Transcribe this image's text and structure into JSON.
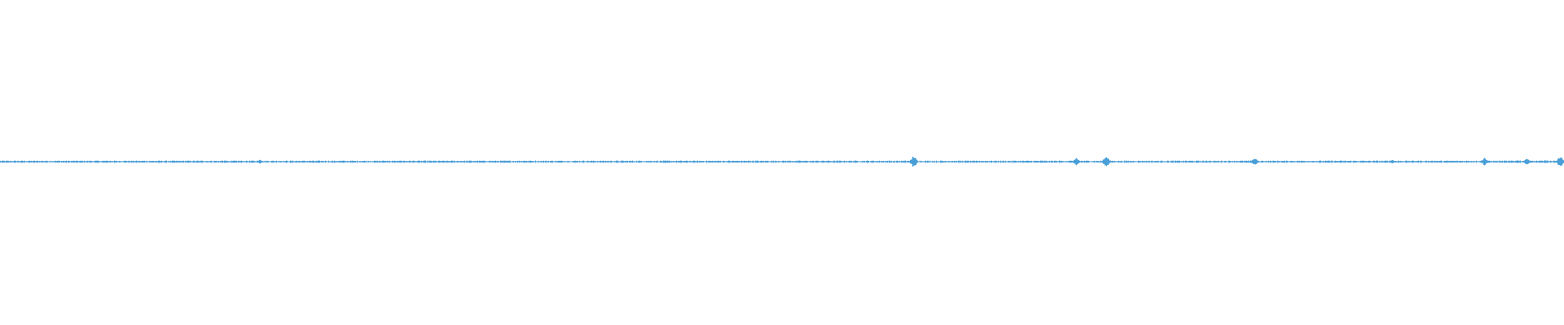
{
  "waveform": {
    "color": "#4a9fd8",
    "peaks": [
      {
        "t": 0.0725,
        "a": 0.08
      },
      {
        "t": 0.141,
        "a": 0.14
      },
      {
        "t": 0.146,
        "a": 0.1
      },
      {
        "t": 0.166,
        "a": 0.34
      },
      {
        "t": 0.2475,
        "a": 0.1
      },
      {
        "t": 0.257,
        "a": 0.14
      },
      {
        "t": 0.335,
        "a": 0.2
      },
      {
        "t": 0.479,
        "a": 0.08
      },
      {
        "t": 0.584,
        "a": 1.0
      },
      {
        "t": 0.622,
        "a": 0.14
      },
      {
        "t": 0.688,
        "a": 0.55
      },
      {
        "t": 0.707,
        "a": 1.0
      },
      {
        "t": 0.773,
        "a": 0.18
      },
      {
        "t": 0.802,
        "a": 0.6
      },
      {
        "t": 0.89,
        "a": 0.3
      },
      {
        "t": 0.918,
        "a": 0.18
      },
      {
        "t": 0.949,
        "a": 0.62
      },
      {
        "t": 0.97,
        "a": 0.3
      },
      {
        "t": 0.976,
        "a": 0.48
      },
      {
        "t": 0.988,
        "a": 0.28
      },
      {
        "t": 0.9975,
        "a": 0.95
      }
    ]
  }
}
